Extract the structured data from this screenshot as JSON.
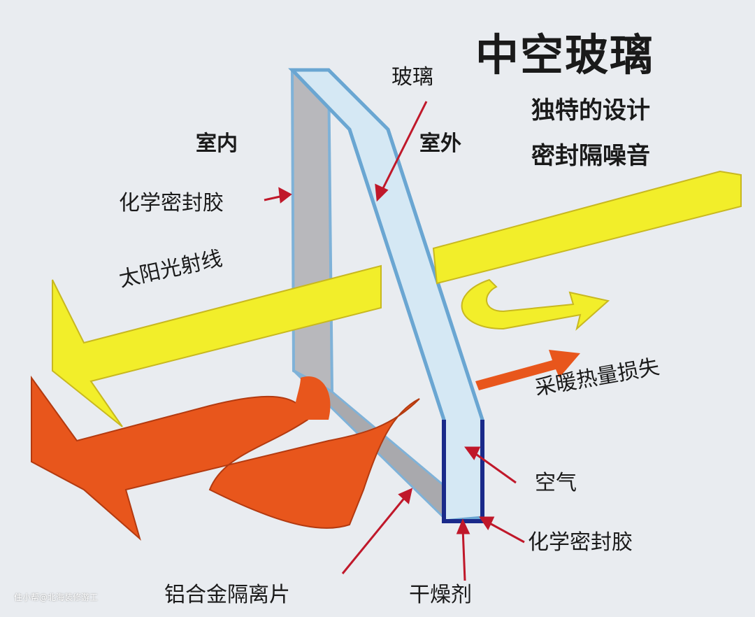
{
  "title": "中空玻璃",
  "subtitle_lines": [
    "独特的设计",
    "密封隔噪音"
  ],
  "labels": {
    "glass": "玻璃",
    "indoor": "室内",
    "outdoor": "室外",
    "sealant_top": "化学密封胶",
    "sun_rays": "太阳光射线",
    "heat_loss": "采暖热量损失",
    "air": "空气",
    "sealant_bottom": "化学密封胶",
    "spacer": "铝合金隔离片",
    "desiccant": "干燥剂"
  },
  "watermark": "住小帮@北海装修游工",
  "colors": {
    "sun_arrow": "#f2ee2a",
    "heat_arrow": "#e8561c",
    "glass": "#cfe4f2",
    "spacer": "#1a2a8a",
    "pointer": "#c0182a"
  }
}
